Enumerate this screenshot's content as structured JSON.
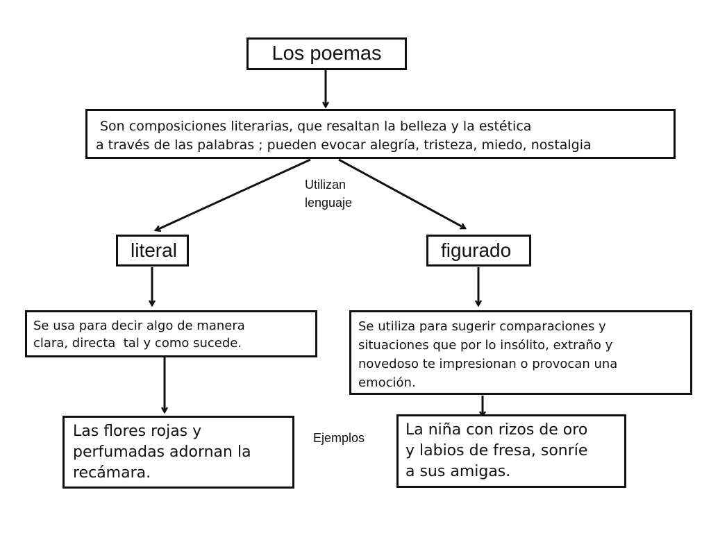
{
  "diagram": {
    "root": "Los poemas",
    "definition": {
      "line1": "Son composiciones literarias, que resaltan la belleza y la estética",
      "line2": "a través de las palabras ; pueden evocar alegría, tristeza, miedo, nostalgia"
    },
    "relation": {
      "line1": "Utilizan",
      "line2": "lenguaje"
    },
    "literal": {
      "title": "literal",
      "description": {
        "line1": "Se usa para decir algo de manera",
        "line2": "clara, directa  tal y como sucede."
      },
      "example": {
        "line1": "Las flores rojas y",
        "line2": "perfumadas adornan la",
        "line3": "recámara."
      }
    },
    "figurado": {
      "title": "figurado",
      "description": {
        "line1": "Se utiliza para sugerir comparaciones y",
        "line2": "situaciones que por lo insólito, extraño y",
        "line3": "novedoso te impresionan o provocan una",
        "line4": "emoción."
      },
      "example": {
        "line1": "La niña con rizos de oro",
        "line2": "y labios de fresa, sonríe",
        "line3": "a sus amigas."
      }
    },
    "examples_label": "Ejemplos"
  }
}
